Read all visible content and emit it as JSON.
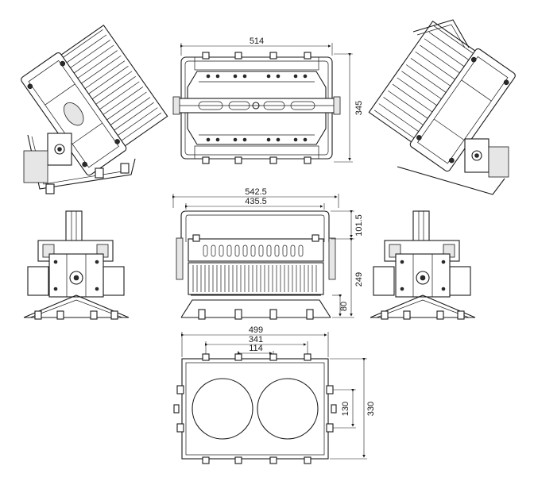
{
  "dimensions": {
    "top_width": "514",
    "top_height": "345",
    "front_overall_width": "542.5",
    "front_inner_width": "435.5",
    "front_bracket_height": "101.5",
    "front_body_height": "249",
    "front_base_height": "80",
    "bottom_width": "499",
    "bottom_lens_span": "341",
    "bottom_lens_gap": "114",
    "bottom_mount_height": "130",
    "bottom_height": "330"
  },
  "colors": {
    "line": "#1a1a1a",
    "background": "#ffffff"
  }
}
